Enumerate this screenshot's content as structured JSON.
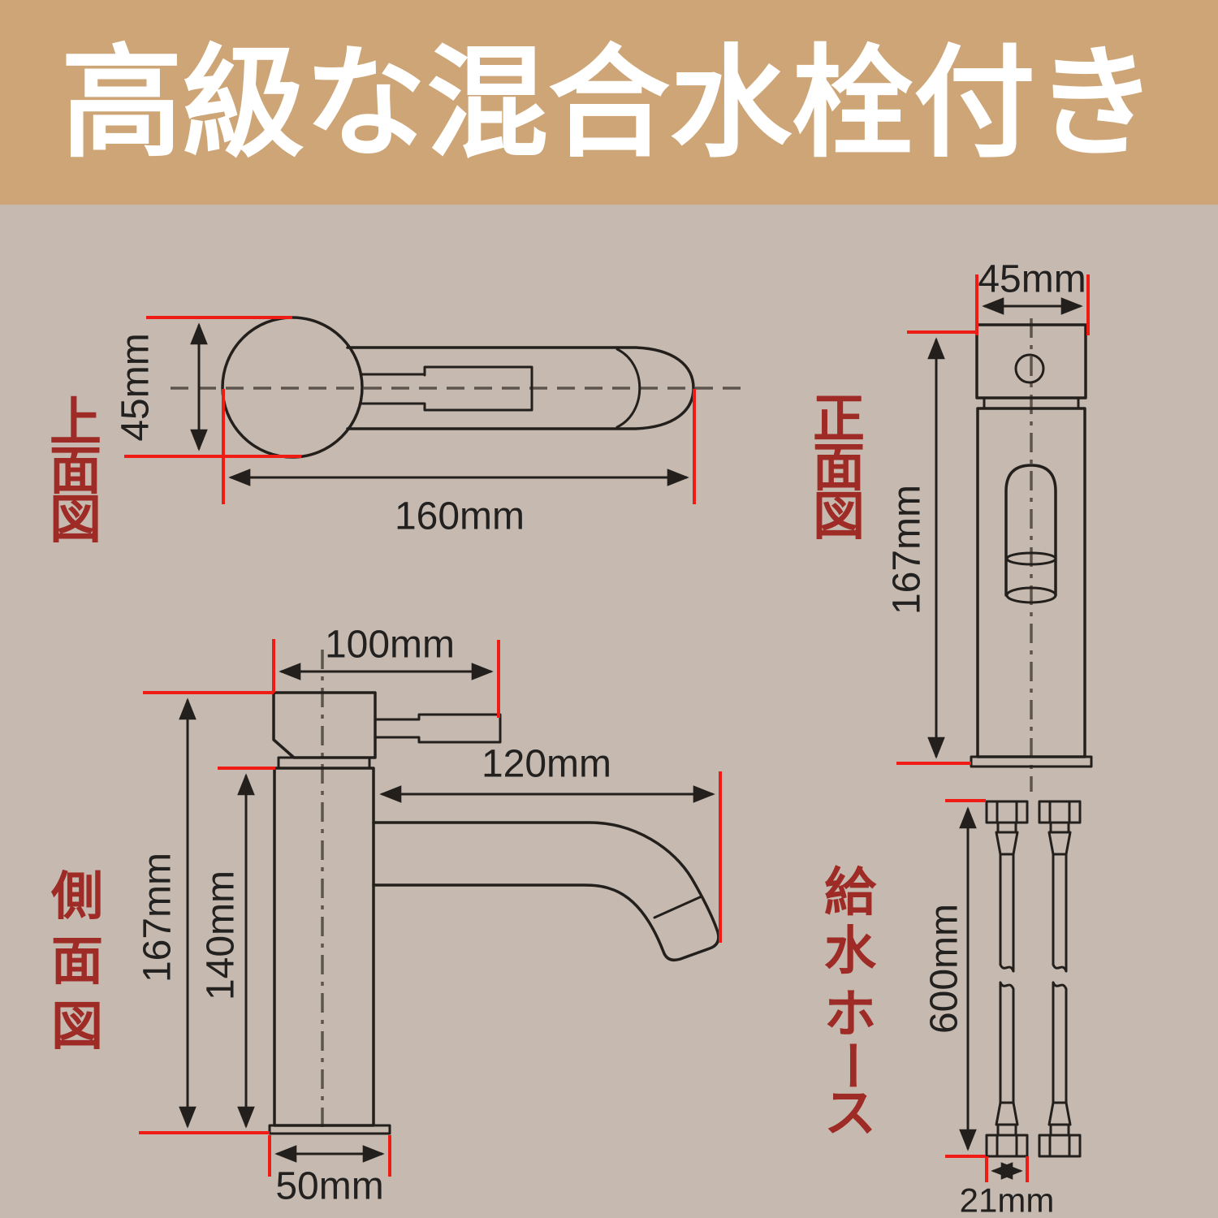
{
  "header": {
    "title": "高級な混合水栓付き"
  },
  "palette": {
    "header_bg": "#cda576",
    "canvas_bg": "#c6bab0",
    "white": "#ffffff",
    "line": "#231f1c",
    "centerline": "#5d554d",
    "dim_red": "#ee1c15",
    "label_red": "#9e2b25",
    "dim_text": "#232120"
  },
  "views": {
    "top": {
      "label": "上面図",
      "dims": {
        "diameter": "45mm",
        "length": "160mm"
      }
    },
    "front": {
      "label": "正面図",
      "dims": {
        "width": "45mm",
        "height": "167mm"
      }
    },
    "side": {
      "label": "側面図",
      "dims": {
        "head_length": "100mm",
        "spout_reach": "120mm",
        "total_height": "167mm",
        "body_height": "140mm",
        "base_width": "50mm"
      }
    },
    "hoses": {
      "label": "給水ホース",
      "dims": {
        "length": "600mm",
        "nut_width": "21mm"
      }
    }
  }
}
